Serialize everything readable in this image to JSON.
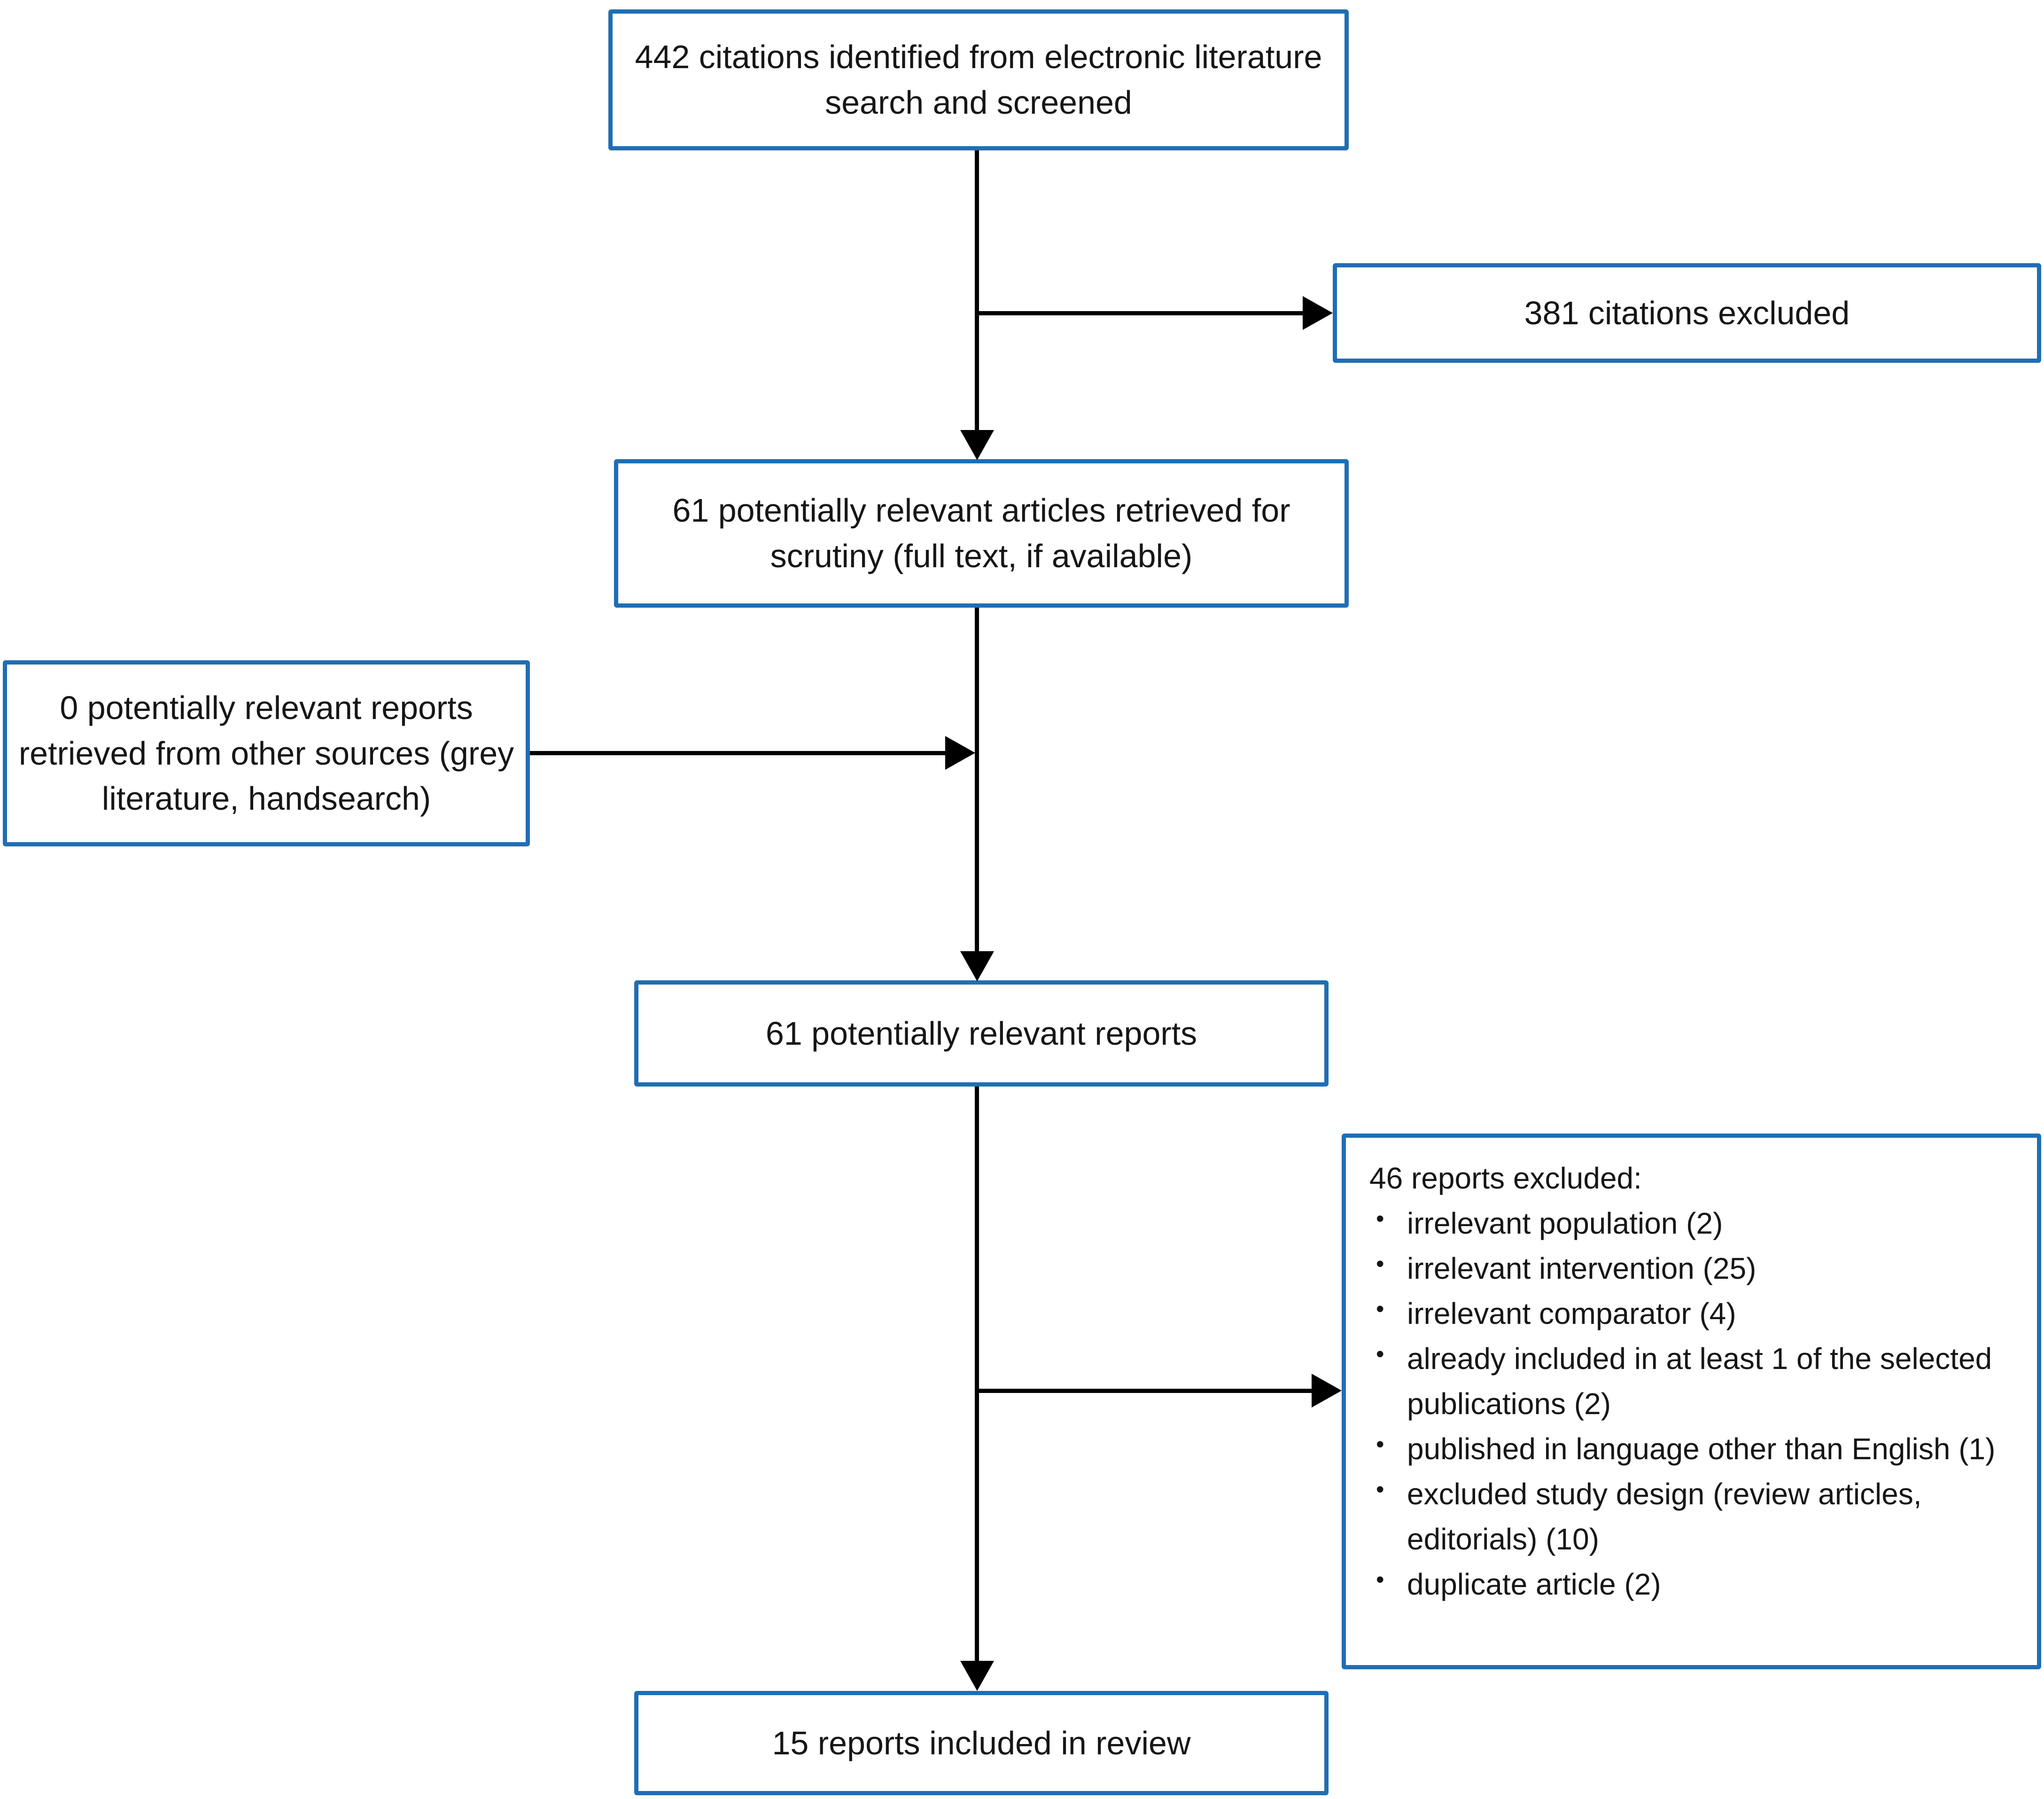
{
  "colors": {
    "box_border": "#1f6eb4",
    "text": "#161616",
    "arrow": "#000000",
    "background": "#ffffff"
  },
  "flowchart": {
    "identified": {
      "text": "442 citations identified from electronic literature search and screened"
    },
    "excluded_citations": {
      "text": "381 citations excluded"
    },
    "retrieved": {
      "text": "61 potentially relevant articles retrieved for scrutiny (full text, if available)"
    },
    "other_sources": {
      "text": "0 potentially relevant reports retrieved from other sources (grey literature, handsearch)"
    },
    "relevant_reports": {
      "text": "61 potentially relevant reports"
    },
    "excluded_reports": {
      "title": "46 reports excluded:",
      "bullets": [
        "irrelevant population (2)",
        "irrelevant intervention (25)",
        "irrelevant comparator (4)",
        "already included in at least 1 of the selected publications (2)",
        "published in language other than English (1)",
        "excluded study design (review articles, editorials) (10)",
        "duplicate article (2)"
      ]
    },
    "included": {
      "text": "15 reports included in review"
    }
  }
}
